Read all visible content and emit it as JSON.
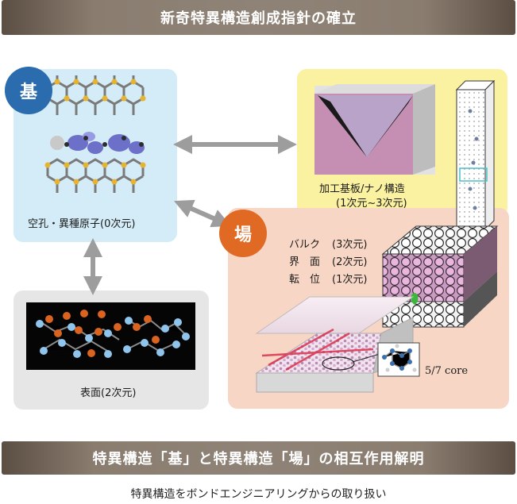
{
  "banners": {
    "top": "新奇特異構造創成指針の確立",
    "bottom": "特異構造「基」と特異構造「場」の相互作用解明"
  },
  "subtitle": "特異構造をボンドエンジニアリングからの取り扱い",
  "ki": {
    "badge": "基",
    "caption": "空孔・異種原子(0次元)"
  },
  "surface": {
    "caption": "表面(2次元)"
  },
  "nano": {
    "caption_line1": "加工基板/ナノ構造",
    "caption_line2": "(1次元~3次元)"
  },
  "ba": {
    "badge": "場",
    "rows": [
      {
        "name": "バルク",
        "dim": "(3次元)"
      },
      {
        "name": "界　面",
        "dim": "(2次元)"
      },
      {
        "name": "転　位",
        "dim": "(1次元)"
      }
    ],
    "core_label": "5/7 core"
  },
  "colors": {
    "ki_blue": "#2a6cad",
    "ba_orange": "#e06a24",
    "arrow_gray": "#9d9d9d"
  }
}
